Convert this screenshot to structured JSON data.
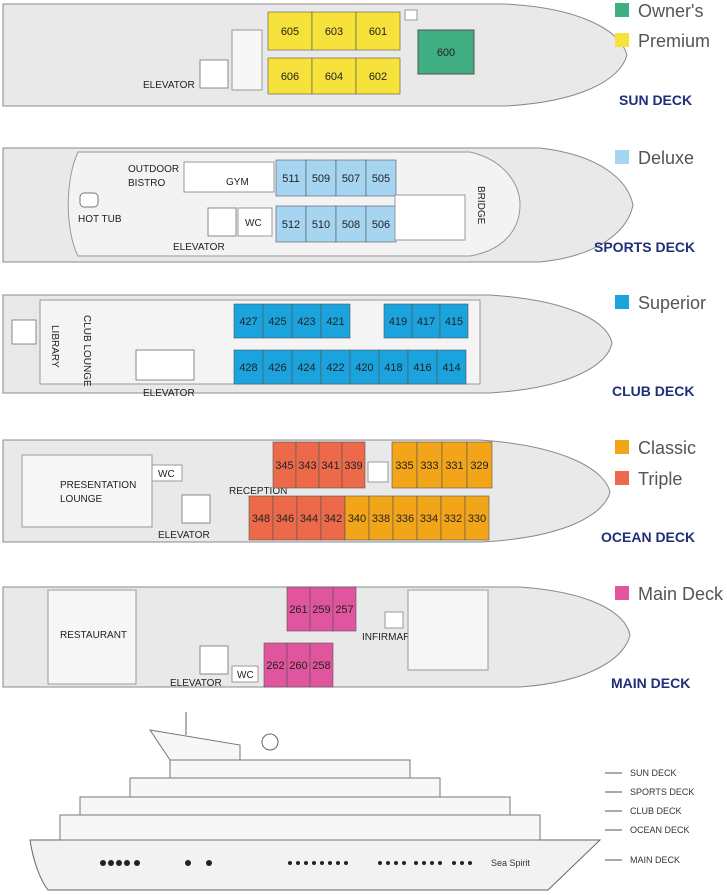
{
  "colors": {
    "owners": "#3fae83",
    "premium": "#f7e13b",
    "deluxe": "#a6d5f1",
    "superior": "#1ba3de",
    "classic": "#f3a51a",
    "triple": "#ec6a4a",
    "main_deck": "#e0559d",
    "hull": "#e9e9ea",
    "hull_stroke": "#8a8a8a",
    "deck_name": "#1f2f7a"
  },
  "decks": {
    "sun": {
      "name": "SUN DECK",
      "labels": {
        "elevator": "ELEVATOR"
      },
      "cabins_top": [
        {
          "num": "605",
          "cat": "premium"
        },
        {
          "num": "603",
          "cat": "premium"
        },
        {
          "num": "601",
          "cat": "premium"
        }
      ],
      "cabins_bottom": [
        {
          "num": "606",
          "cat": "premium"
        },
        {
          "num": "604",
          "cat": "premium"
        },
        {
          "num": "602",
          "cat": "premium"
        }
      ],
      "suite": {
        "num": "600",
        "cat": "owners"
      }
    },
    "sports": {
      "name": "SPORTS DECK",
      "labels": {
        "outdoor": "OUTDOOR",
        "bistro": "BISTRO",
        "gym": "GYM",
        "hot_tub": "HOT TUB",
        "wc": "WC",
        "elevator": "ELEVATOR",
        "bridge": "BRIDGE"
      },
      "cabins_top": [
        {
          "num": "511"
        },
        {
          "num": "509"
        },
        {
          "num": "507"
        },
        {
          "num": "505"
        }
      ],
      "cabins_bottom": [
        {
          "num": "512"
        },
        {
          "num": "510"
        },
        {
          "num": "508"
        },
        {
          "num": "506"
        }
      ]
    },
    "club": {
      "name": "CLUB DECK",
      "labels": {
        "library": "LIBRARY",
        "club_lounge": "CLUB LOUNGE",
        "elevator": "ELEVATOR"
      },
      "cabins_top_a": [
        {
          "num": "427"
        },
        {
          "num": "425"
        },
        {
          "num": "423"
        },
        {
          "num": "421"
        }
      ],
      "cabins_top_b": [
        {
          "num": "419"
        },
        {
          "num": "417"
        },
        {
          "num": "415"
        }
      ],
      "cabins_bottom": [
        {
          "num": "428"
        },
        {
          "num": "426"
        },
        {
          "num": "424"
        },
        {
          "num": "422"
        },
        {
          "num": "420"
        },
        {
          "num": "418"
        },
        {
          "num": "416"
        },
        {
          "num": "414"
        }
      ]
    },
    "ocean": {
      "name": "OCEAN DECK",
      "labels": {
        "presentation": "PRESENTATION",
        "lounge": "LOUNGE",
        "wc": "WC",
        "reception": "RECEPTION",
        "elevator": "ELEVATOR"
      },
      "cabins_top_a": [
        {
          "num": "345",
          "cat": "triple"
        },
        {
          "num": "343",
          "cat": "triple"
        },
        {
          "num": "341",
          "cat": "triple"
        },
        {
          "num": "339",
          "cat": "triple"
        }
      ],
      "cabins_top_b": [
        {
          "num": "335",
          "cat": "classic"
        },
        {
          "num": "333",
          "cat": "classic"
        },
        {
          "num": "331",
          "cat": "classic"
        },
        {
          "num": "329",
          "cat": "classic"
        }
      ],
      "cabins_bottom": [
        {
          "num": "348",
          "cat": "triple"
        },
        {
          "num": "346",
          "cat": "triple"
        },
        {
          "num": "344",
          "cat": "triple"
        },
        {
          "num": "342",
          "cat": "triple"
        },
        {
          "num": "340",
          "cat": "classic"
        },
        {
          "num": "338",
          "cat": "classic"
        },
        {
          "num": "336",
          "cat": "classic"
        },
        {
          "num": "334",
          "cat": "classic"
        },
        {
          "num": "332",
          "cat": "classic"
        },
        {
          "num": "330",
          "cat": "classic"
        }
      ]
    },
    "main": {
      "name": "MAIN DECK",
      "labels": {
        "restaurant": "RESTAURANT",
        "infirmary": "INFIRMARY",
        "elevator": "ELEVATOR",
        "wc": "WC"
      },
      "cabins_top": [
        {
          "num": "261"
        },
        {
          "num": "259"
        },
        {
          "num": "257"
        }
      ],
      "cabins_bottom": [
        {
          "num": "262"
        },
        {
          "num": "260"
        },
        {
          "num": "258"
        }
      ]
    }
  },
  "legend": {
    "owners": "Owner's",
    "premium": "Premium",
    "deluxe": "Deluxe",
    "superior": "Superior",
    "classic": "Classic",
    "triple": "Triple",
    "main_deck": "Main Deck"
  },
  "profile": {
    "ship_name": "Sea Spirit",
    "deck_labels": [
      "SUN DECK",
      "SPORTS DECK",
      "CLUB DECK",
      "OCEAN DECK",
      "MAIN DECK"
    ]
  }
}
